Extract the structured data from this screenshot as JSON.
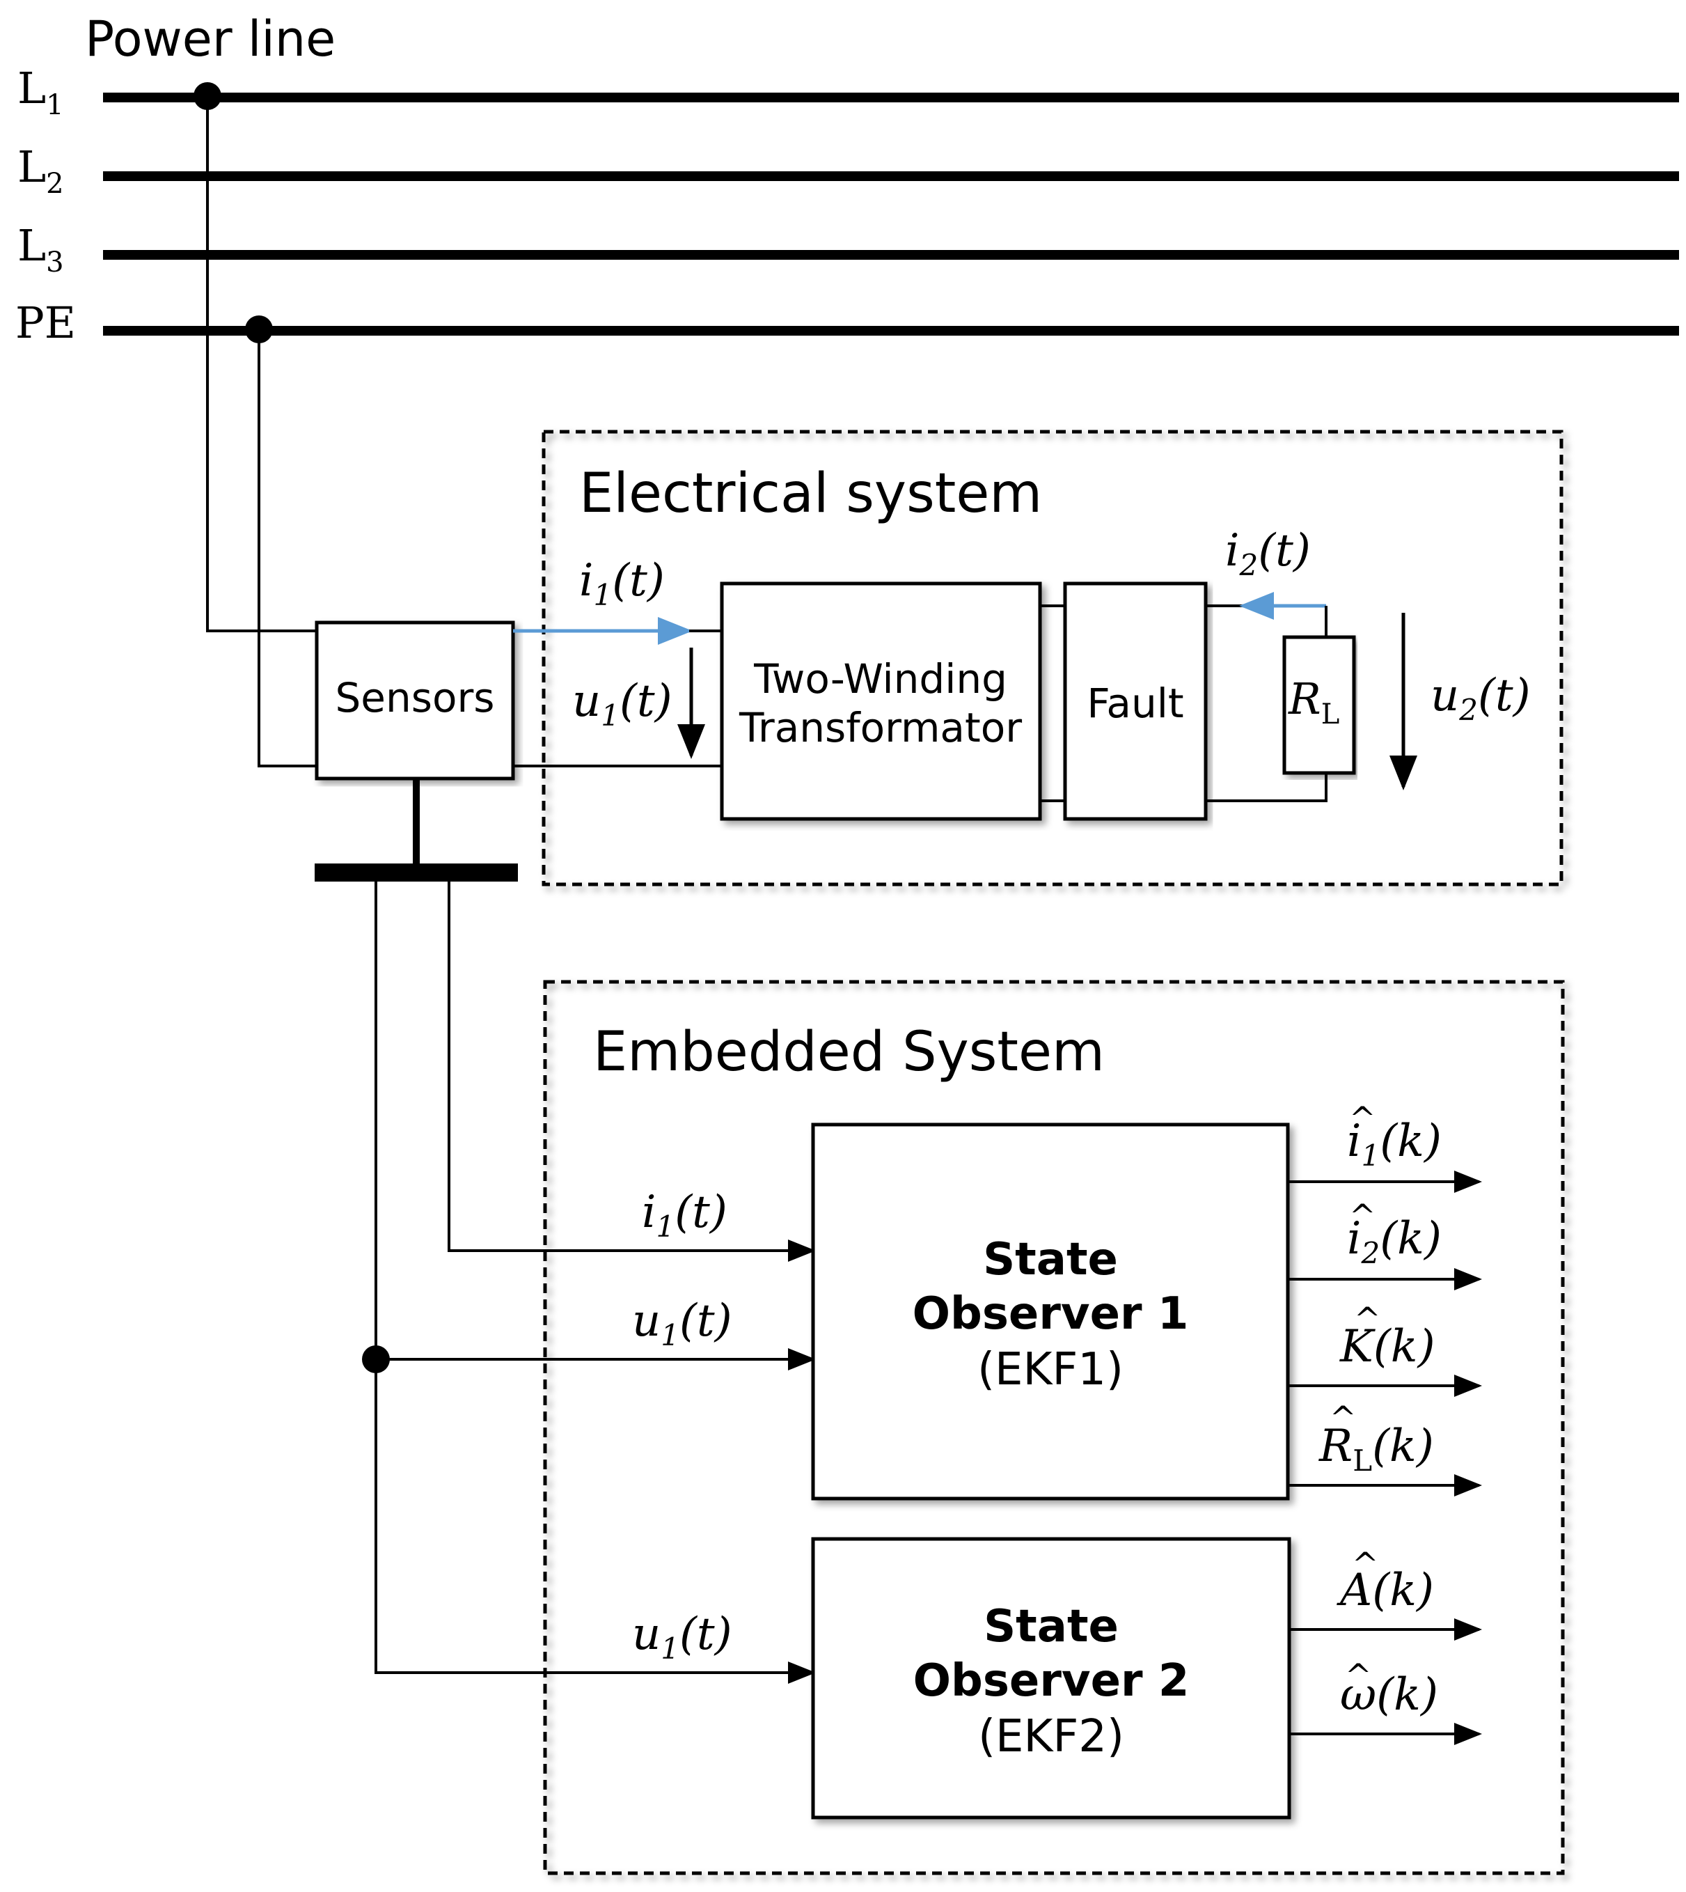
{
  "title": "Power line",
  "lines": [
    {
      "base": "L",
      "sub": "1"
    },
    {
      "base": "L",
      "sub": "2"
    },
    {
      "base": "L",
      "sub": "3"
    },
    {
      "base": "PE",
      "sub": ""
    }
  ],
  "electrical_system": {
    "title": "Electrical system",
    "sensors": "Sensors",
    "transformer_line1": "Two-Winding",
    "transformer_line2": "Transformator",
    "fault": "Fault",
    "load": {
      "base": "R",
      "sub": "L"
    },
    "i1": {
      "base": "i",
      "sub": "1",
      "arg": "(t)"
    },
    "u1": {
      "base": "u",
      "sub": "1",
      "arg": "(t)"
    },
    "i2": {
      "base": "i",
      "sub": "2",
      "arg": "(t)"
    },
    "u2": {
      "base": "u",
      "sub": "2",
      "arg": "(t)"
    }
  },
  "embedded_system": {
    "title": "Embedded System",
    "observer1": {
      "line1": "State",
      "line2": "Observer 1",
      "line3": "(EKF1)"
    },
    "observer2": {
      "line1": "State",
      "line2": "Observer 2",
      "line3": "(EKF2)"
    },
    "inputs": [
      {
        "base": "i",
        "sub": "1",
        "arg": "(t)"
      },
      {
        "base": "u",
        "sub": "1",
        "arg": "(t)"
      },
      {
        "base": "u",
        "sub": "1",
        "arg": "(t)"
      }
    ],
    "outputs1": [
      {
        "base": "i",
        "hat": "^",
        "sub": "1",
        "arg": "(k)"
      },
      {
        "base": "i",
        "hat": "^",
        "sub": "2",
        "arg": "(k)"
      },
      {
        "base": "K",
        "hat": "^",
        "sub": "",
        "arg": "(k)"
      },
      {
        "base": "R",
        "hat": "^",
        "sub": "L",
        "arg": "(k)"
      }
    ],
    "outputs2": [
      {
        "base": "A",
        "hat": "^",
        "sub": "",
        "arg": "(k)"
      },
      {
        "base": "ω",
        "hat": "^",
        "sub": "",
        "arg": "(k)"
      }
    ]
  },
  "colors": {
    "current_arrow": "#5b9bd5",
    "line": "#000000"
  }
}
